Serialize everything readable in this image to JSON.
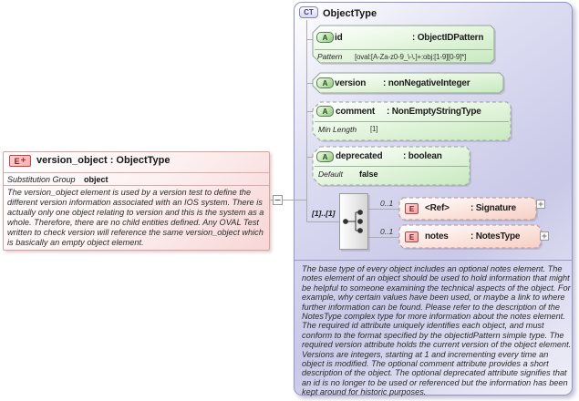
{
  "left_box": {
    "badge": "E",
    "badge_plus": "+",
    "title": "version_object : ObjectType",
    "substitution_group_label": "Substitution Group",
    "substitution_group_value": "object",
    "documentation": "The version_object element is used by a version test to define the different version information associated with an IOS system. There is actually only one object relating to version and this is the system as a whole. Therefore, there are no child entities defined. Any OVAL Test written to check version will reference the same version_object which is basically an empty object element."
  },
  "right_box": {
    "badge": "CT",
    "title": "ObjectType",
    "attributes": [
      {
        "badge": "A",
        "name": "id",
        "type": ": ObjectIDPattern",
        "facet_label": "Pattern",
        "facet_value": "[oval:[A-Za-z0-9_\\-\\.]+:obj:[1-9][0-9]*]"
      },
      {
        "badge": "A",
        "name": "version",
        "type": ": nonNegativeInteger"
      },
      {
        "badge": "A",
        "name": "comment",
        "type": ": NonEmptyStringType",
        "facet_label": "Min Length",
        "facet_value": "[1]"
      },
      {
        "badge": "A",
        "name": "deprecated",
        "type": ": boolean",
        "facet_label": "Default",
        "facet_value": "false"
      }
    ],
    "compositor_cardinality": "[1]..[1]",
    "children": [
      {
        "badge": "E",
        "name": "<Ref>",
        "type": ": Signature",
        "cardinality": "0..1"
      },
      {
        "badge": "E",
        "name": "notes",
        "type": ": NotesType",
        "cardinality": "0..1"
      }
    ],
    "documentation": "The base type of every object includes an optional notes element. The notes element of an object should be used to hold information that might be helpful to someone examining the technical aspects of the object. For example, why certain values have been used, or maybe a link to where further information can be found. Please refer to the description of the NotesType complex type for more information about the notes element. The required id attribute uniquely identifies each object, and must conform to the format specified by the objectidPattern simple type. The required version attribute holds the current version of the object element. Versions are integers, starting at 1 and incrementing every time an object is modified. The optional comment attribute provides a short description of the object. The optional deprecated attribute signifies that an id is no longer to be used or referenced but the information has been kept around for historic purposes."
  },
  "colors": {
    "container_border": "#9595c5",
    "container_fill": "#ccccea",
    "attribute_fill": "#c8e9c0",
    "element_fill": "#f6cfc5",
    "left_box_fill": "#f7d6d6",
    "connector": "#aaaaaa"
  }
}
